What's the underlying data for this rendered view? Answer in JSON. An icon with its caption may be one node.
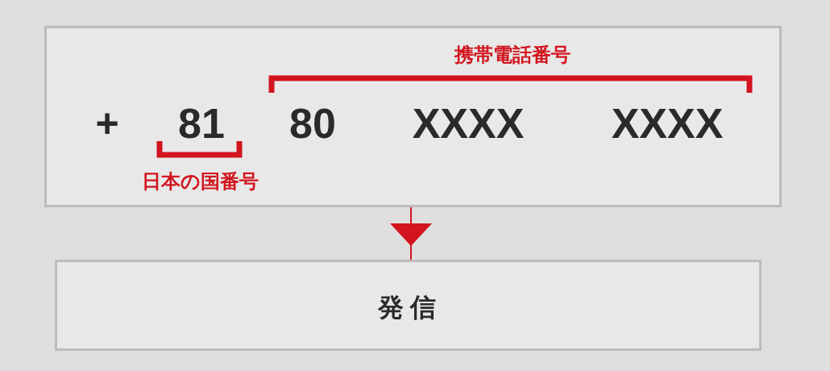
{
  "diagram": {
    "nodes": [
      {
        "text": [
          "携帯電話番号",
          "+",
          "81",
          "80",
          "XXXX",
          "XXXX",
          "日本の国番号"
        ]
      },
      {
        "text": [
          "発信"
        ]
      }
    ],
    "edges": [
      {
        "from": 0,
        "to": 1,
        "arrow": "to",
        "color": "#d2141e"
      }
    ]
  }
}
